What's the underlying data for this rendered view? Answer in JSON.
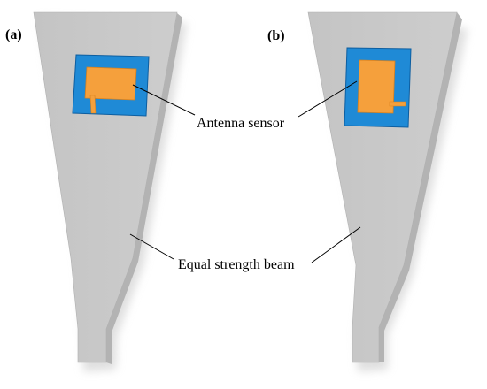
{
  "panels": [
    {
      "label": "(a)"
    },
    {
      "label": "(b)"
    }
  ],
  "callouts": {
    "antenna": "Antenna sensor",
    "beam": "Equal strength beam"
  },
  "colors": {
    "beam_face": "#c9c9c9",
    "beam_edge": "#a8a8a8",
    "beam_shadow": "#d9d9d9",
    "substrate": "#1f8ad6",
    "substrate_edge": "#0d5ea0",
    "patch": "#f5a03c",
    "patch_edge": "#d7801d",
    "leader": "#000000"
  }
}
